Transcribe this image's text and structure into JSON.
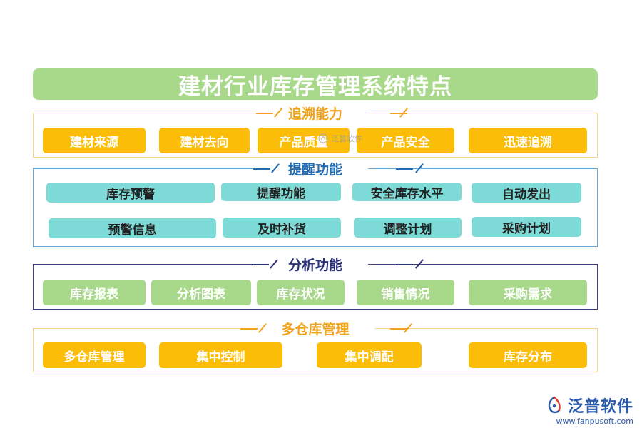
{
  "title": "建材行业库存管理系统特点",
  "sections": [
    {
      "title": "追溯能力",
      "items": [
        "建材来源",
        "建材去向",
        "产品质量",
        "产品安全",
        "迅速追溯"
      ]
    },
    {
      "title": "提醒功能",
      "items": [
        "库存预警",
        "提醒功能",
        "安全库存水平",
        "自动发出",
        "预警信息",
        "及时补货",
        "调整计划",
        "采购计划"
      ]
    },
    {
      "title": "分析功能",
      "items": [
        "库存报表",
        "分析图表",
        "库存状况",
        "销售情况",
        "采购需求"
      ]
    },
    {
      "title": "多仓库管理",
      "items": [
        "多仓库管理",
        "集中控制",
        "集中调配",
        "库存分布"
      ]
    }
  ],
  "watermark": "泛普软件",
  "brand": {
    "name": "泛普软件",
    "url": "www.fanpusoft.com"
  },
  "colors": {
    "orange": "#fbbd08",
    "teal": "#7ddad7",
    "green": "#a8d88a",
    "title_orange": "#f2a31c",
    "title_blue": "#1f6ab0",
    "title_navy": "#2a2f7a",
    "border_blue": "#6aa9d8",
    "border_navy": "#3b3f86"
  }
}
